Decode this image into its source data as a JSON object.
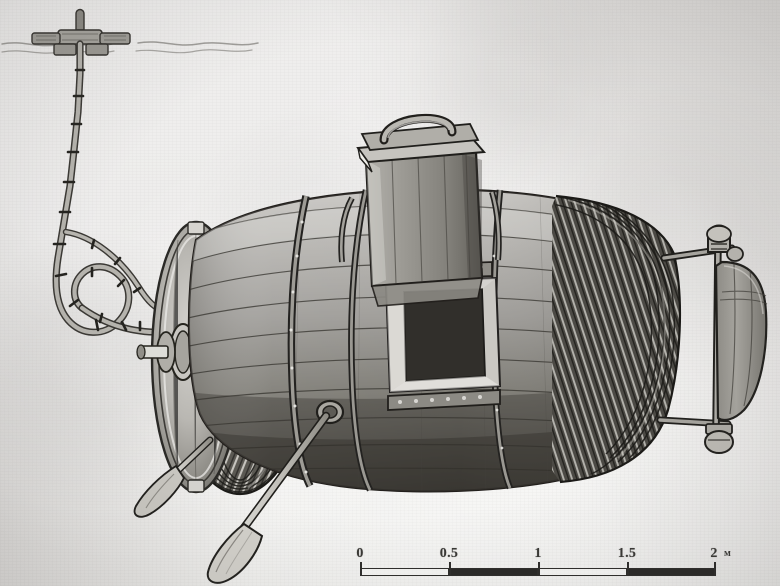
{
  "figure": {
    "subject": "barrel-hulled wooden submarine",
    "medium": "halftone engraving reproduction on aged paper",
    "background_color": "#dcdcda",
    "ink_color": "#2b2a28"
  },
  "scale_bar": {
    "unit_label": "м",
    "tick_labels": [
      "0",
      "0.5",
      "1",
      "1.5",
      "2"
    ],
    "tick_values": [
      0,
      0.5,
      1,
      1.5,
      2
    ],
    "segment_fills": [
      "hollow",
      "fill",
      "hollow",
      "fill"
    ],
    "bar_color": "#2b2a28"
  },
  "parts": {
    "surface_float": "surface-float",
    "water_line": "water-surface-waves",
    "snorkel_tube": "jointed-air-tube",
    "bow_head": "barrel-head-bow",
    "bow_hub": "bow-axle-hub",
    "rope_coils_bow": "rope-coil-bow",
    "rope_coils_stern": "rope-coil-stern",
    "hull": "barrel-hull-staves",
    "iron_hoops": "iron-hoop-bands",
    "conning_tower": "conning-tower",
    "tower_handle": "hatch-handle",
    "side_hatch": "side-hatch-port",
    "hatch_frame": "riveted-hatch-frame",
    "oar_upper": "oar-upper",
    "oar_lower": "oar-lower",
    "oar_gland": "oar-gland-seal",
    "rudder": "stern-rudder",
    "rudder_pintle_top": "rudder-pintle-top",
    "rudder_pintle_bottom": "rudder-pintle-bottom",
    "stern_frame": "stern-rudder-frame"
  }
}
